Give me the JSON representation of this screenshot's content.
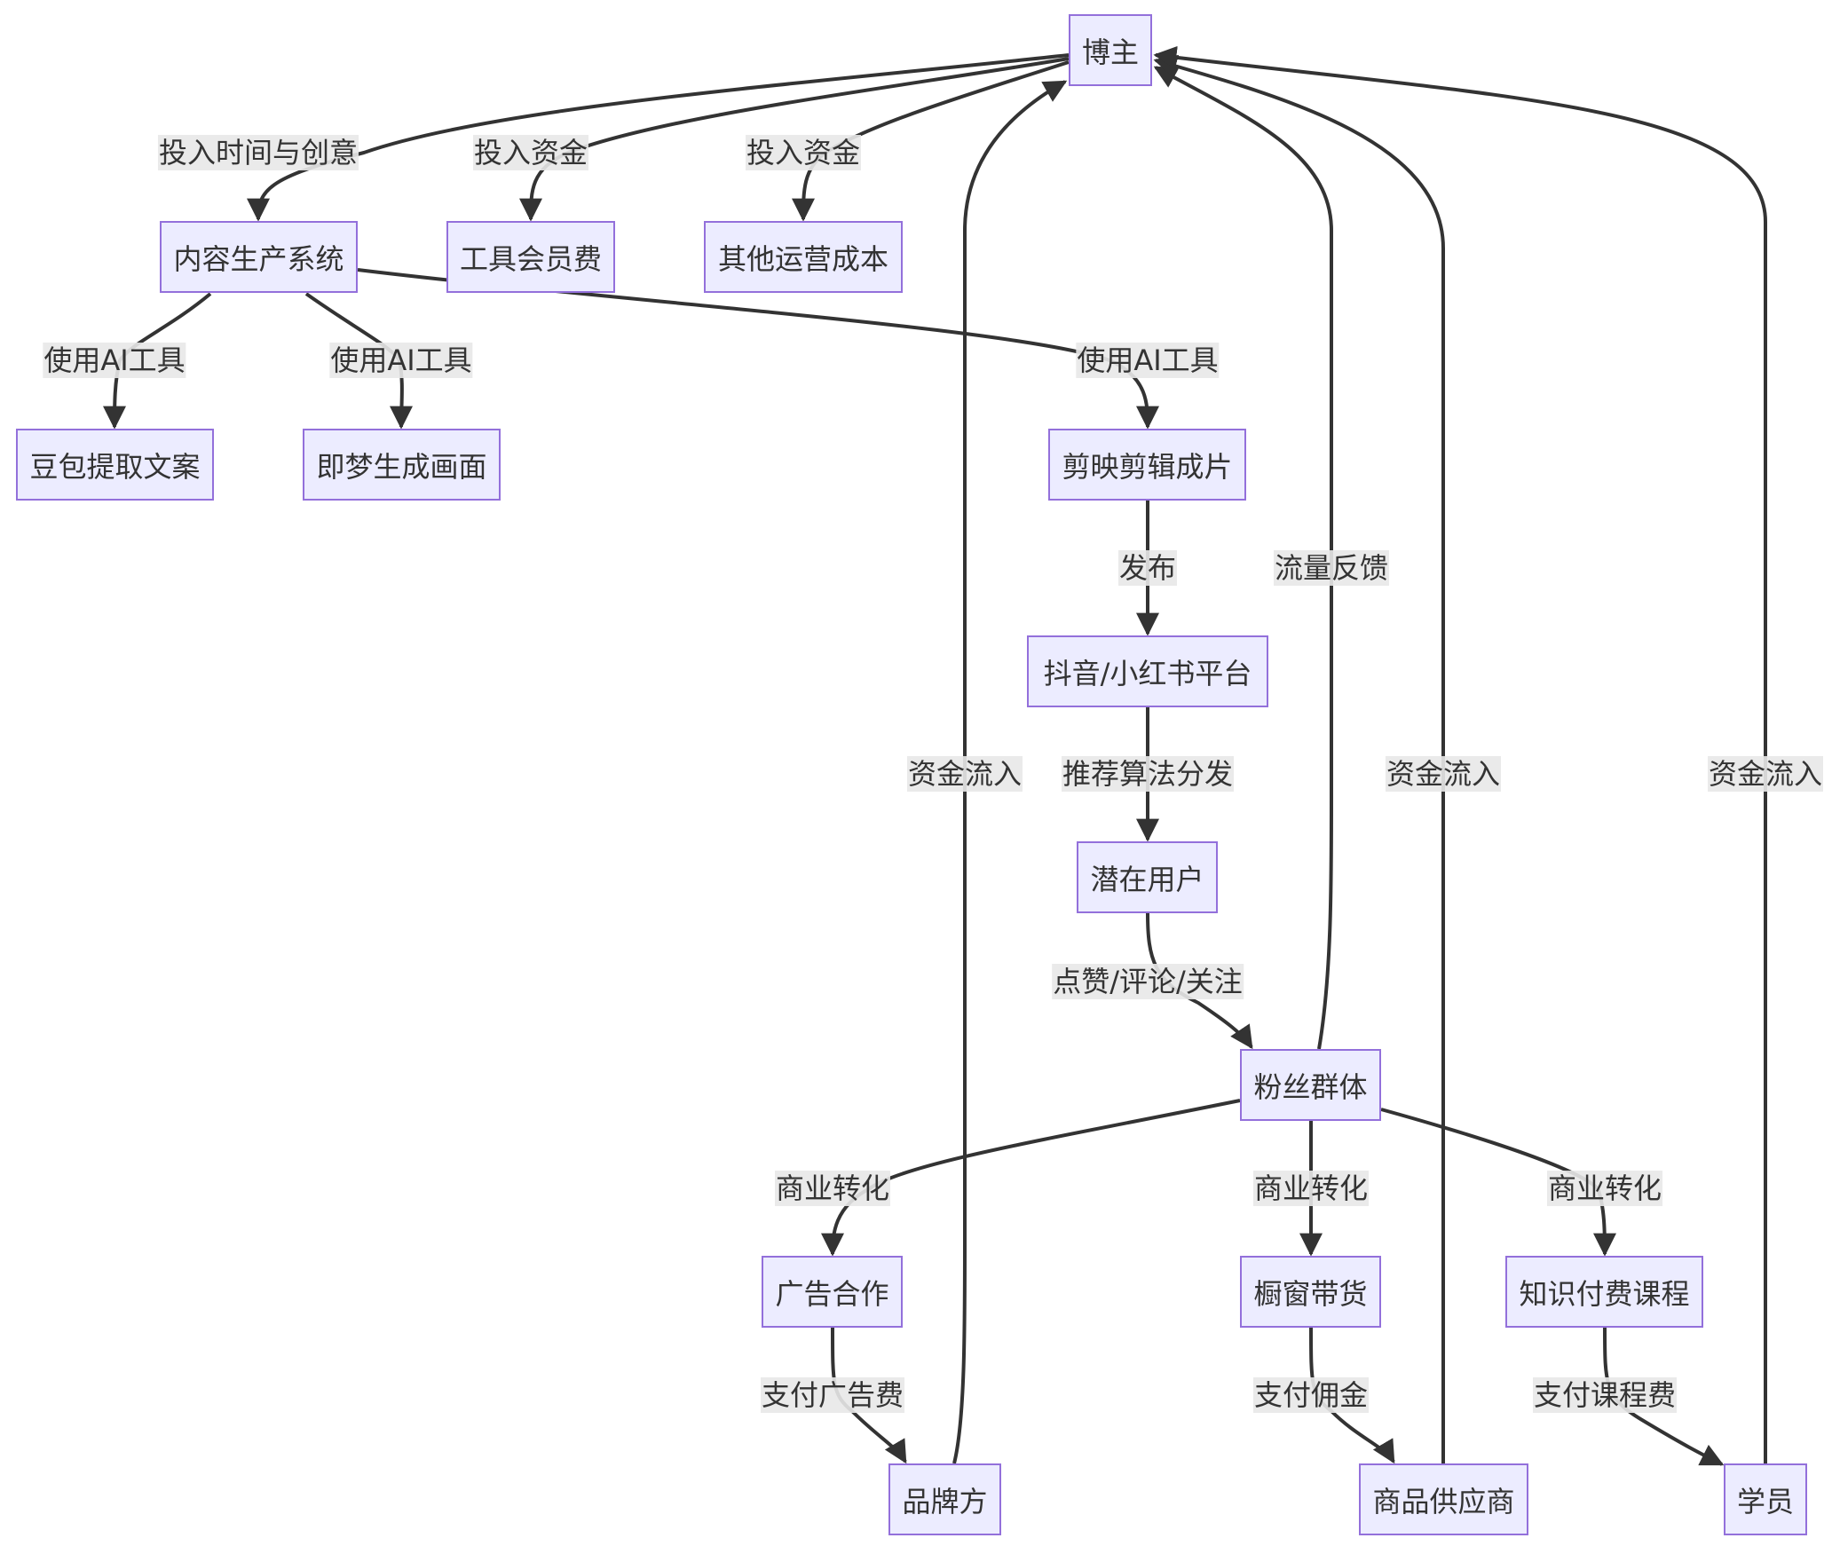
{
  "colors": {
    "node_fill": "#ECECFF",
    "node_border": "#9370DB",
    "edge": "#333333",
    "text": "#333333",
    "label_bg": "#E8E8E8"
  },
  "nodes": {
    "blogger": "博主",
    "content_system": "内容生产系统",
    "tool_membership": "工具会员费",
    "other_costs": "其他运营成本",
    "doubao": "豆包提取文案",
    "jimeng": "即梦生成画面",
    "jianying": "剪映剪辑成片",
    "platform": "抖音/小红书平台",
    "potential_users": "潜在用户",
    "fans": "粉丝群体",
    "ads": "广告合作",
    "showcase": "橱窗带货",
    "paid_course": "知识付费课程",
    "brand": "品牌方",
    "supplier": "商品供应商",
    "student": "学员"
  },
  "edges": [
    {
      "id": "e1",
      "from": "blogger",
      "to": "content_system",
      "label": "投入时间与创意"
    },
    {
      "id": "e2",
      "from": "blogger",
      "to": "tool_membership",
      "label": "投入资金"
    },
    {
      "id": "e3",
      "from": "blogger",
      "to": "other_costs",
      "label": "投入资金"
    },
    {
      "id": "e4",
      "from": "content_system",
      "to": "doubao",
      "label": "使用AI工具"
    },
    {
      "id": "e5",
      "from": "content_system",
      "to": "jimeng",
      "label": "使用AI工具"
    },
    {
      "id": "e6",
      "from": "content_system",
      "to": "jianying",
      "label": "使用AI工具"
    },
    {
      "id": "e7",
      "from": "jianying",
      "to": "platform",
      "label": "发布"
    },
    {
      "id": "e8",
      "from": "platform",
      "to": "potential_users",
      "label": "推荐算法分发"
    },
    {
      "id": "e9",
      "from": "potential_users",
      "to": "fans",
      "label": "点赞/评论/关注"
    },
    {
      "id": "e10",
      "from": "fans",
      "to": "blogger",
      "label": "流量反馈"
    },
    {
      "id": "e11",
      "from": "fans",
      "to": "ads",
      "label": "商业转化"
    },
    {
      "id": "e12",
      "from": "fans",
      "to": "showcase",
      "label": "商业转化"
    },
    {
      "id": "e13",
      "from": "fans",
      "to": "paid_course",
      "label": "商业转化"
    },
    {
      "id": "e14",
      "from": "ads",
      "to": "brand",
      "label": "支付广告费"
    },
    {
      "id": "e15",
      "from": "showcase",
      "to": "supplier",
      "label": "支付佣金"
    },
    {
      "id": "e16",
      "from": "paid_course",
      "to": "student",
      "label": "支付课程费"
    },
    {
      "id": "e17",
      "from": "brand",
      "to": "blogger",
      "label": "资金流入"
    },
    {
      "id": "e18",
      "from": "supplier",
      "to": "blogger",
      "label": "资金流入"
    },
    {
      "id": "e19",
      "from": "student",
      "to": "blogger",
      "label": "资金流入"
    }
  ]
}
